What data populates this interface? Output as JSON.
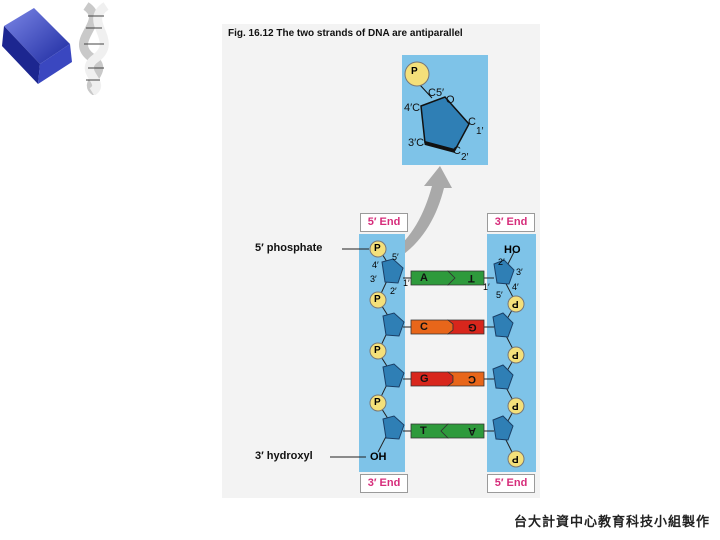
{
  "figure": {
    "title": "Fig. 16.12  The two strands of DNA are antiparallel",
    "left_strand": {
      "top_end": "5′ End",
      "bottom_end": "3′ End"
    },
    "right_strand": {
      "top_end": "3′ End",
      "bottom_end": "5′ End"
    },
    "labels": {
      "phosphate": "5′ phosphate",
      "hydroxyl": "3′ hydroxyl"
    },
    "phosphate_symbol": "P",
    "hydroxyl_left": "OH",
    "hydroxyl_right": "HO",
    "zoom_sugar": {
      "phosphate": "P",
      "c5": "C5′",
      "ring_o": "O",
      "c4": "4′C",
      "c1": "C",
      "c1_num": "1′",
      "c3": "3′C",
      "c2": "C",
      "c2_num": "2′"
    },
    "left_carbons": {
      "c5": "5′",
      "c4": "4′",
      "c3": "3′",
      "c2": "2′",
      "c1": "1′"
    },
    "right_carbons": {
      "c2": "2′",
      "c3": "3′",
      "c4": "4′",
      "c5": "5′",
      "c1": "1′"
    },
    "base_pairs": [
      {
        "left": "A",
        "right": "T",
        "left_color": "#2e9a3c",
        "right_color": "#2e9a3c"
      },
      {
        "left": "C",
        "right": "G",
        "left_color": "#e8661a",
        "right_color": "#d8261c"
      },
      {
        "left": "G",
        "right": "C",
        "left_color": "#d8261c",
        "right_color": "#e8661a"
      },
      {
        "left": "T",
        "right": "A",
        "left_color": "#2e9a3c",
        "right_color": "#2e9a3c"
      }
    ]
  },
  "footer": "台大計資中心教育科技小組製作",
  "colors": {
    "strand_bg": "#7ec3e8",
    "sugar": "#2f7fb5",
    "phosphate": "#f4e07a",
    "end_text": "#d62c7a"
  }
}
